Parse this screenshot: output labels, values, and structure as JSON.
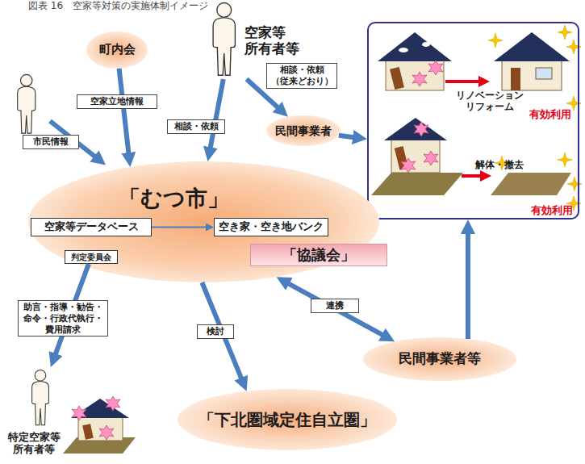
{
  "diagram": {
    "title": "図表 16　空家等対策の実施体制イメージ",
    "nodes": [
      {
        "text": [
          "町内会"
        ]
      },
      {
        "text": [
          "空家等 所有者等"
        ]
      },
      {
        "text": [
          "民間事業者"
        ]
      },
      {
        "text": [
          "リノベーション リフォーム",
          "有効利用",
          "解体・撤去",
          "有効利用"
        ]
      },
      {
        "text": [
          "「むつ市」"
        ]
      },
      {
        "text": [
          "空家等データベース"
        ],
        "in": 4
      },
      {
        "text": [
          "空き家・空き地バンク"
        ],
        "in": 4
      },
      {
        "text": [
          "判定委員会"
        ],
        "in": 4
      },
      {
        "text": [
          "「協議会」"
        ]
      },
      {
        "text": [
          "民間事業者等"
        ]
      },
      {
        "text": [
          "「下北圏域定住自立圏」"
        ]
      },
      {
        "text": [
          "特定空家等 所有者等"
        ]
      }
    ],
    "edges": [
      {
        "from": 0,
        "to": 4,
        "label": "空家立地情報",
        "arrow": "to"
      },
      {
        "from": 1,
        "to": 4,
        "label": "相談・依頼",
        "arrow": "to"
      },
      {
        "from": 1,
        "to": 2,
        "label": "相談・依頼 （従来どおり）",
        "arrow": "to"
      },
      {
        "from": 2,
        "to": 3,
        "arrow": "to"
      },
      {
        "from": 5,
        "to": 6,
        "arrow": "to"
      },
      {
        "from": 7,
        "to": 11,
        "label": "助言・指導・勧告・ 命令・行政代執行・ 費用請求",
        "arrow": "to"
      },
      {
        "from": 4,
        "to": 10,
        "label": "検討",
        "arrow": "to"
      },
      {
        "from": 4,
        "to": 9,
        "label": "連携",
        "arrow": "both"
      },
      {
        "from": 9,
        "to": 3,
        "arrow": "to"
      }
    ],
    "labels": [
      "市民情報"
    ]
  }
}
